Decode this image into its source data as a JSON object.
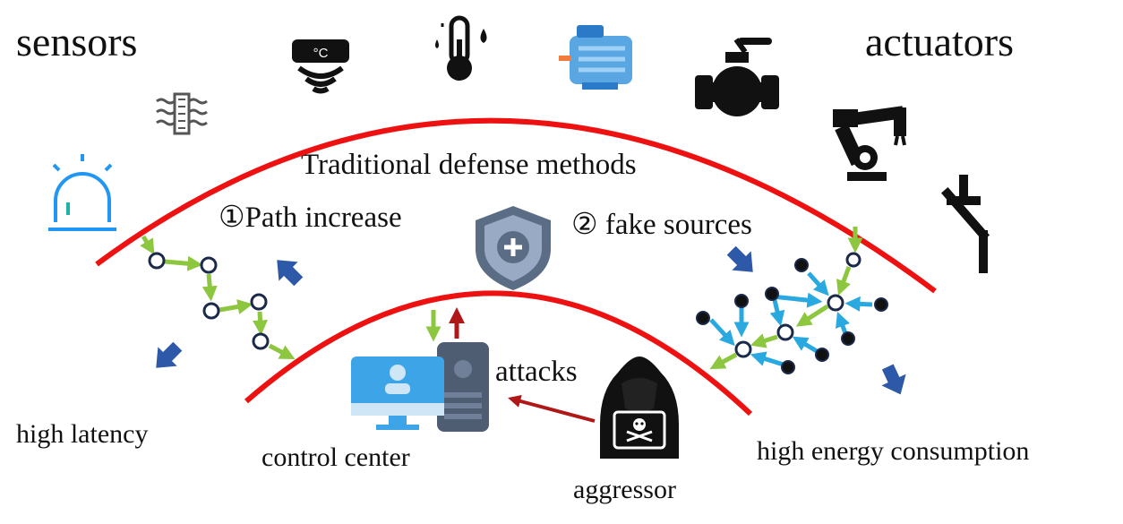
{
  "labels": {
    "sensors": "sensors",
    "actuators": "actuators",
    "traditional": "Traditional defense methods",
    "path_increase": "①Path increase",
    "fake_sources": "② fake sources",
    "attacks": "attacks",
    "high_latency": "high latency",
    "control_center": "control center",
    "aggressor": "aggressor",
    "high_energy": "high energy consumption",
    "thermo_unit": "°C"
  },
  "colors": {
    "arc": "#ee1111",
    "green_arrow": "#8dc63f",
    "blue_arrow": "#2aa8e0",
    "down_arrow": "#2e59a8",
    "attack_arrow": "#b01818",
    "node_stroke": "#1b2a4a",
    "shield": "#5b6c85",
    "computer_blue": "#3ea4e8",
    "tower_gray": "#4e5d71"
  },
  "icons": [
    "alarm-light-icon",
    "heater-icon",
    "temperature-sensor-icon",
    "thermometer-icon",
    "motor-icon",
    "valve-icon",
    "robot-arm-icon",
    "switch-icon",
    "shield-icon",
    "computer-icon",
    "hacker-icon"
  ]
}
